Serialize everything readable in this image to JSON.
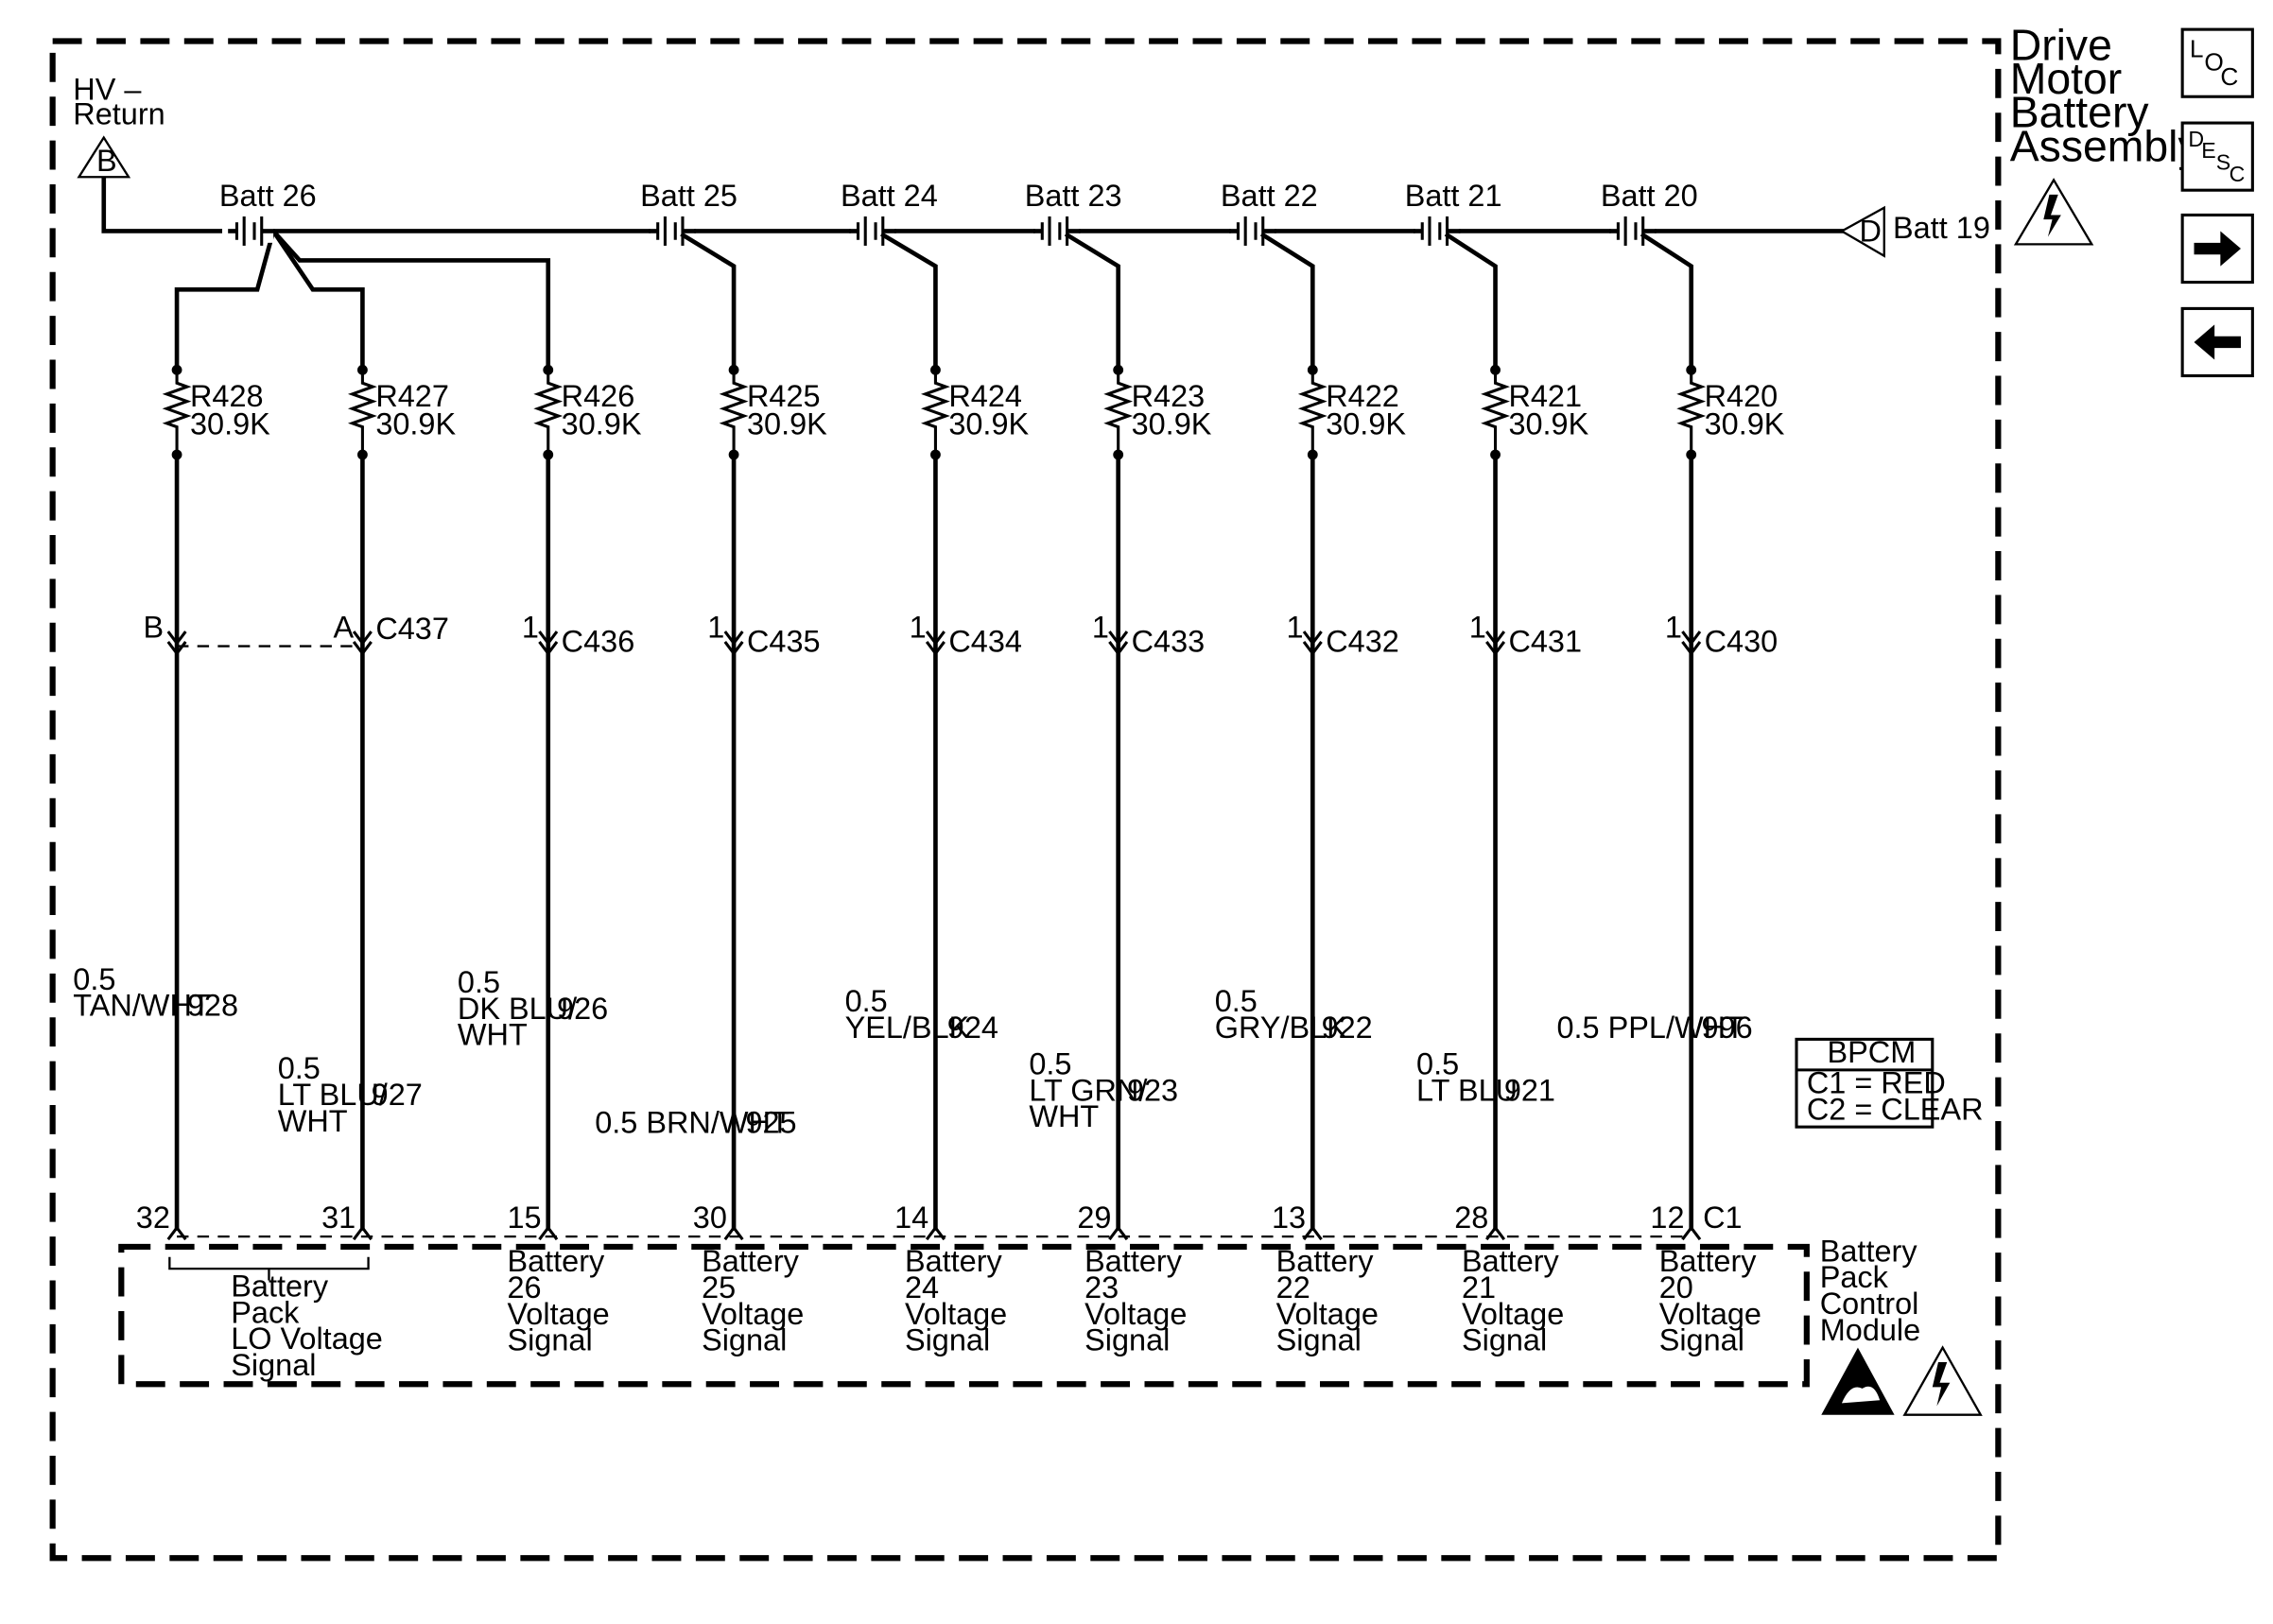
{
  "assembly_title": [
    "Drive",
    "Motor",
    "Battery",
    "Assembly"
  ],
  "hv_return": {
    "line1": "HV –",
    "line2": "Return",
    "marker": "B"
  },
  "batt19": {
    "marker": "D",
    "label": "Batt 19"
  },
  "batteries": [
    "Batt 26",
    "Batt 25",
    "Batt 24",
    "Batt 23",
    "Batt 22",
    "Batt 21",
    "Batt 20"
  ],
  "channels": [
    {
      "resistor": "R428",
      "value": "30.9K",
      "pin_in": "B",
      "connector": "",
      "wire": [
        "0.5",
        "TAN/WHT"
      ],
      "circuit": "928",
      "pin_out": "32",
      "out_conn": ""
    },
    {
      "resistor": "R427",
      "value": "30.9K",
      "pin_in": "A",
      "connector": "C437",
      "wire": [
        "0.5",
        "LT BLU/",
        "WHT"
      ],
      "circuit": "927",
      "pin_out": "31",
      "out_conn": ""
    },
    {
      "resistor": "R426",
      "value": "30.9K",
      "pin_in": "1",
      "connector": "C436",
      "wire": [
        "0.5",
        "DK BLU/",
        "WHT"
      ],
      "circuit": "926",
      "pin_out": "15",
      "out_conn": ""
    },
    {
      "resistor": "R425",
      "value": "30.9K",
      "pin_in": "1",
      "connector": "C435",
      "wire": [
        "0.5 BRN/WHT"
      ],
      "circuit": "925",
      "pin_out": "30",
      "out_conn": ""
    },
    {
      "resistor": "R424",
      "value": "30.9K",
      "pin_in": "1",
      "connector": "C434",
      "wire": [
        "0.5",
        "YEL/BLK"
      ],
      "circuit": "924",
      "pin_out": "14",
      "out_conn": ""
    },
    {
      "resistor": "R423",
      "value": "30.9K",
      "pin_in": "1",
      "connector": "C433",
      "wire": [
        "0.5",
        "LT GRN/",
        "WHT"
      ],
      "circuit": "923",
      "pin_out": "29",
      "out_conn": ""
    },
    {
      "resistor": "R422",
      "value": "30.9K",
      "pin_in": "1",
      "connector": "C432",
      "wire": [
        "0.5",
        "GRY/BLK"
      ],
      "circuit": "922",
      "pin_out": "13",
      "out_conn": ""
    },
    {
      "resistor": "R421",
      "value": "30.9K",
      "pin_in": "1",
      "connector": "C431",
      "wire": [
        "0.5",
        "LT BLU"
      ],
      "circuit": "921",
      "pin_out": "28",
      "out_conn": ""
    },
    {
      "resistor": "R420",
      "value": "30.9K",
      "pin_in": "1",
      "connector": "C430",
      "wire": [
        "0.5 PPL/WHT"
      ],
      "circuit": "996",
      "pin_out": "12",
      "out_conn": "C1"
    }
  ],
  "module_signals": [
    [
      "Battery",
      "Pack",
      "LO Voltage",
      "Signal"
    ],
    [
      "Battery",
      "26",
      "Voltage",
      "Signal"
    ],
    [
      "Battery",
      "25",
      "Voltage",
      "Signal"
    ],
    [
      "Battery",
      "24",
      "Voltage",
      "Signal"
    ],
    [
      "Battery",
      "23",
      "Voltage",
      "Signal"
    ],
    [
      "Battery",
      "22",
      "Voltage",
      "Signal"
    ],
    [
      "Battery",
      "21",
      "Voltage",
      "Signal"
    ],
    [
      "Battery",
      "20",
      "Voltage",
      "Signal"
    ]
  ],
  "module_name": [
    "Battery",
    "Pack",
    "Control",
    "Module"
  ],
  "bpcm_legend": {
    "title": "BPCM",
    "c1": "C1 = RED",
    "c2": "C2 = CLEAR"
  },
  "nav": {
    "loc": {
      "a": "L",
      "b": "O",
      "c": "C"
    },
    "desc": {
      "a": "D",
      "b": "E",
      "c": "S",
      "d": "C"
    },
    "next": "➜",
    "prev": "⬅"
  }
}
